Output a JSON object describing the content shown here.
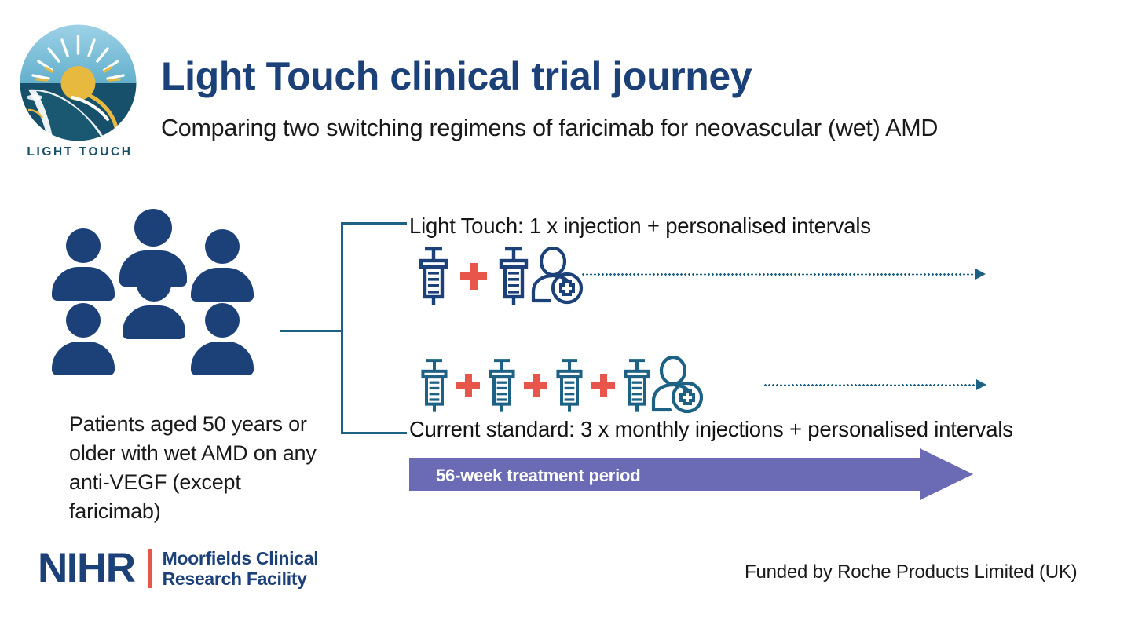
{
  "brand": {
    "logo_text": "LIGHT TOUCH",
    "logo_icon": "sunrise-hand-logo"
  },
  "header": {
    "title": "Light Touch clinical trial journey",
    "subtitle": "Comparing two switching regimens of faricimab for neovascular (wet) AMD"
  },
  "population": {
    "icon": "people-group-icon",
    "description": "Patients aged 50 years or older with wet AMD on any anti-VEGF (except faricimab)"
  },
  "arms": [
    {
      "id": "light-touch",
      "label": "Light Touch: 1 x injection + personalised intervals",
      "injections": 1,
      "plus_signs": 1,
      "followup_icon": "patient-care-icon",
      "interval_arrow": "dotted-arrow-right"
    },
    {
      "id": "current-standard",
      "label": "Current standard: 3 x monthly injections + personalised intervals",
      "injections": 4,
      "plus_signs": 3,
      "followup_icon": "patient-care-icon",
      "interval_arrow": "dotted-arrow-right"
    }
  ],
  "timeline": {
    "label": "56-week treatment period",
    "weeks": 56
  },
  "footer": {
    "nihr_word": "NIHR",
    "nihr_line1": "Moorfields Clinical",
    "nihr_line2": "Research Facility",
    "funder": "Funded by Roche Products Limited (UK)"
  },
  "colors": {
    "navy": "#1c4179",
    "teal": "#1d6285",
    "red": "#e8554a",
    "purple": "#6b6bb5",
    "gold": "#e8b93f"
  }
}
